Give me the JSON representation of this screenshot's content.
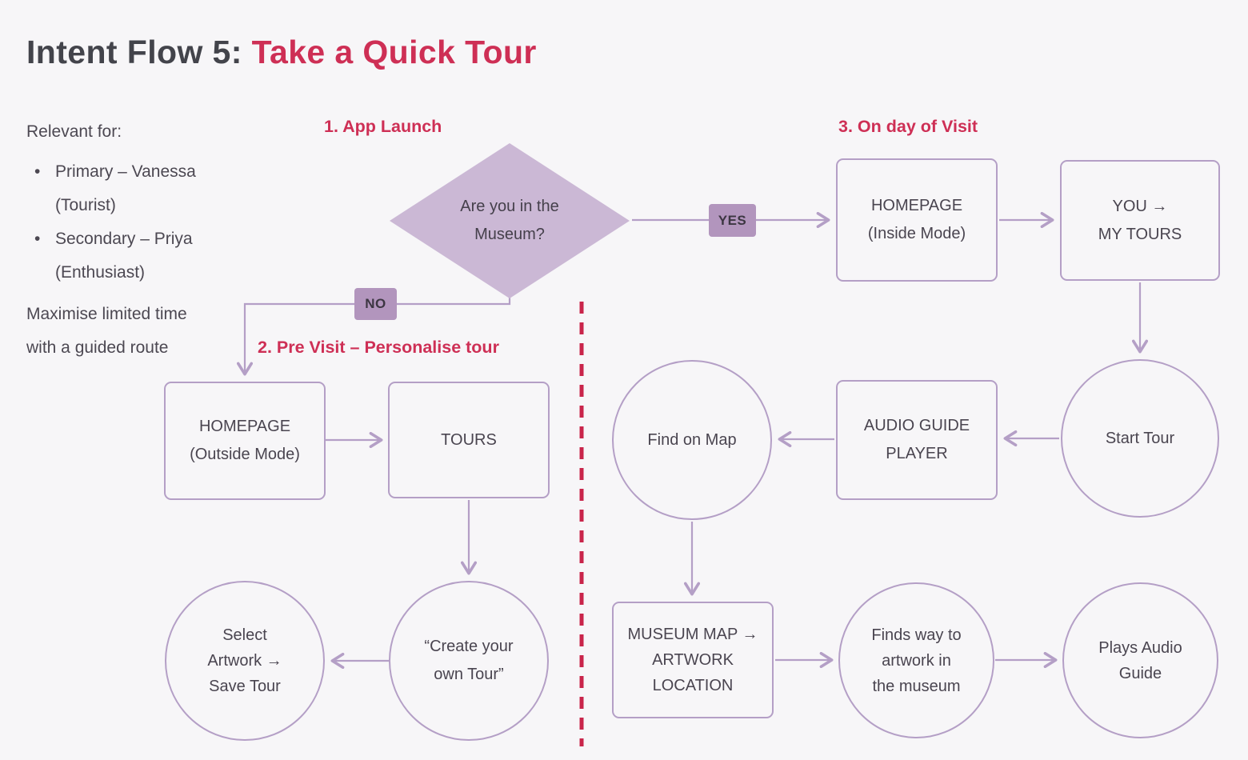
{
  "title": {
    "prefix": "Intent Flow 5: ",
    "accent": "Take a Quick Tour"
  },
  "sidebar": {
    "heading": "Relevant for:",
    "bullet_glyph": "•",
    "bullets": [
      "Primary – Vanessa\n(Tourist)",
      "Secondary – Priya\n(Enthusiast)"
    ],
    "note": "Maximise limited time\nwith a guided route"
  },
  "sections": {
    "app_launch": "1. App Launch",
    "pre_visit": "2. Pre Visit – Personalise tour",
    "on_day": "3. On day of Visit"
  },
  "badges": {
    "yes": "YES",
    "no": "NO"
  },
  "nodes": {
    "decision": "Are you in the\nMuseum?",
    "homepage_inside": "HOMEPAGE\n(Inside Mode)",
    "you_my_tours": "YOU →\nMY TOURS",
    "start_tour": "Start Tour",
    "audio_guide_player": "AUDIO GUIDE\nPLAYER",
    "find_on_map": "Find on Map",
    "museum_map": "MUSEUM MAP →\nARTWORK\nLOCATION",
    "finds_way": "Finds way to\nartwork in\nthe museum",
    "plays_audio": "Plays Audio\nGuide",
    "homepage_outside": "HOMEPAGE\n(Outside Mode)",
    "tours": "TOURS",
    "create_tour": "“Create your\nown Tour”",
    "select_artwork": "Select\nArtwork →\nSave Tour"
  },
  "colors": {
    "accent": "#ce2f55",
    "shape_stroke": "#b49fc6",
    "diamond_fill": "#cbb8d5",
    "badge_fill": "#b295bd",
    "divider_red": "#c9244a",
    "node_text": "#4a4550",
    "title_text": "#43444b",
    "background": "#f7f6f8"
  }
}
